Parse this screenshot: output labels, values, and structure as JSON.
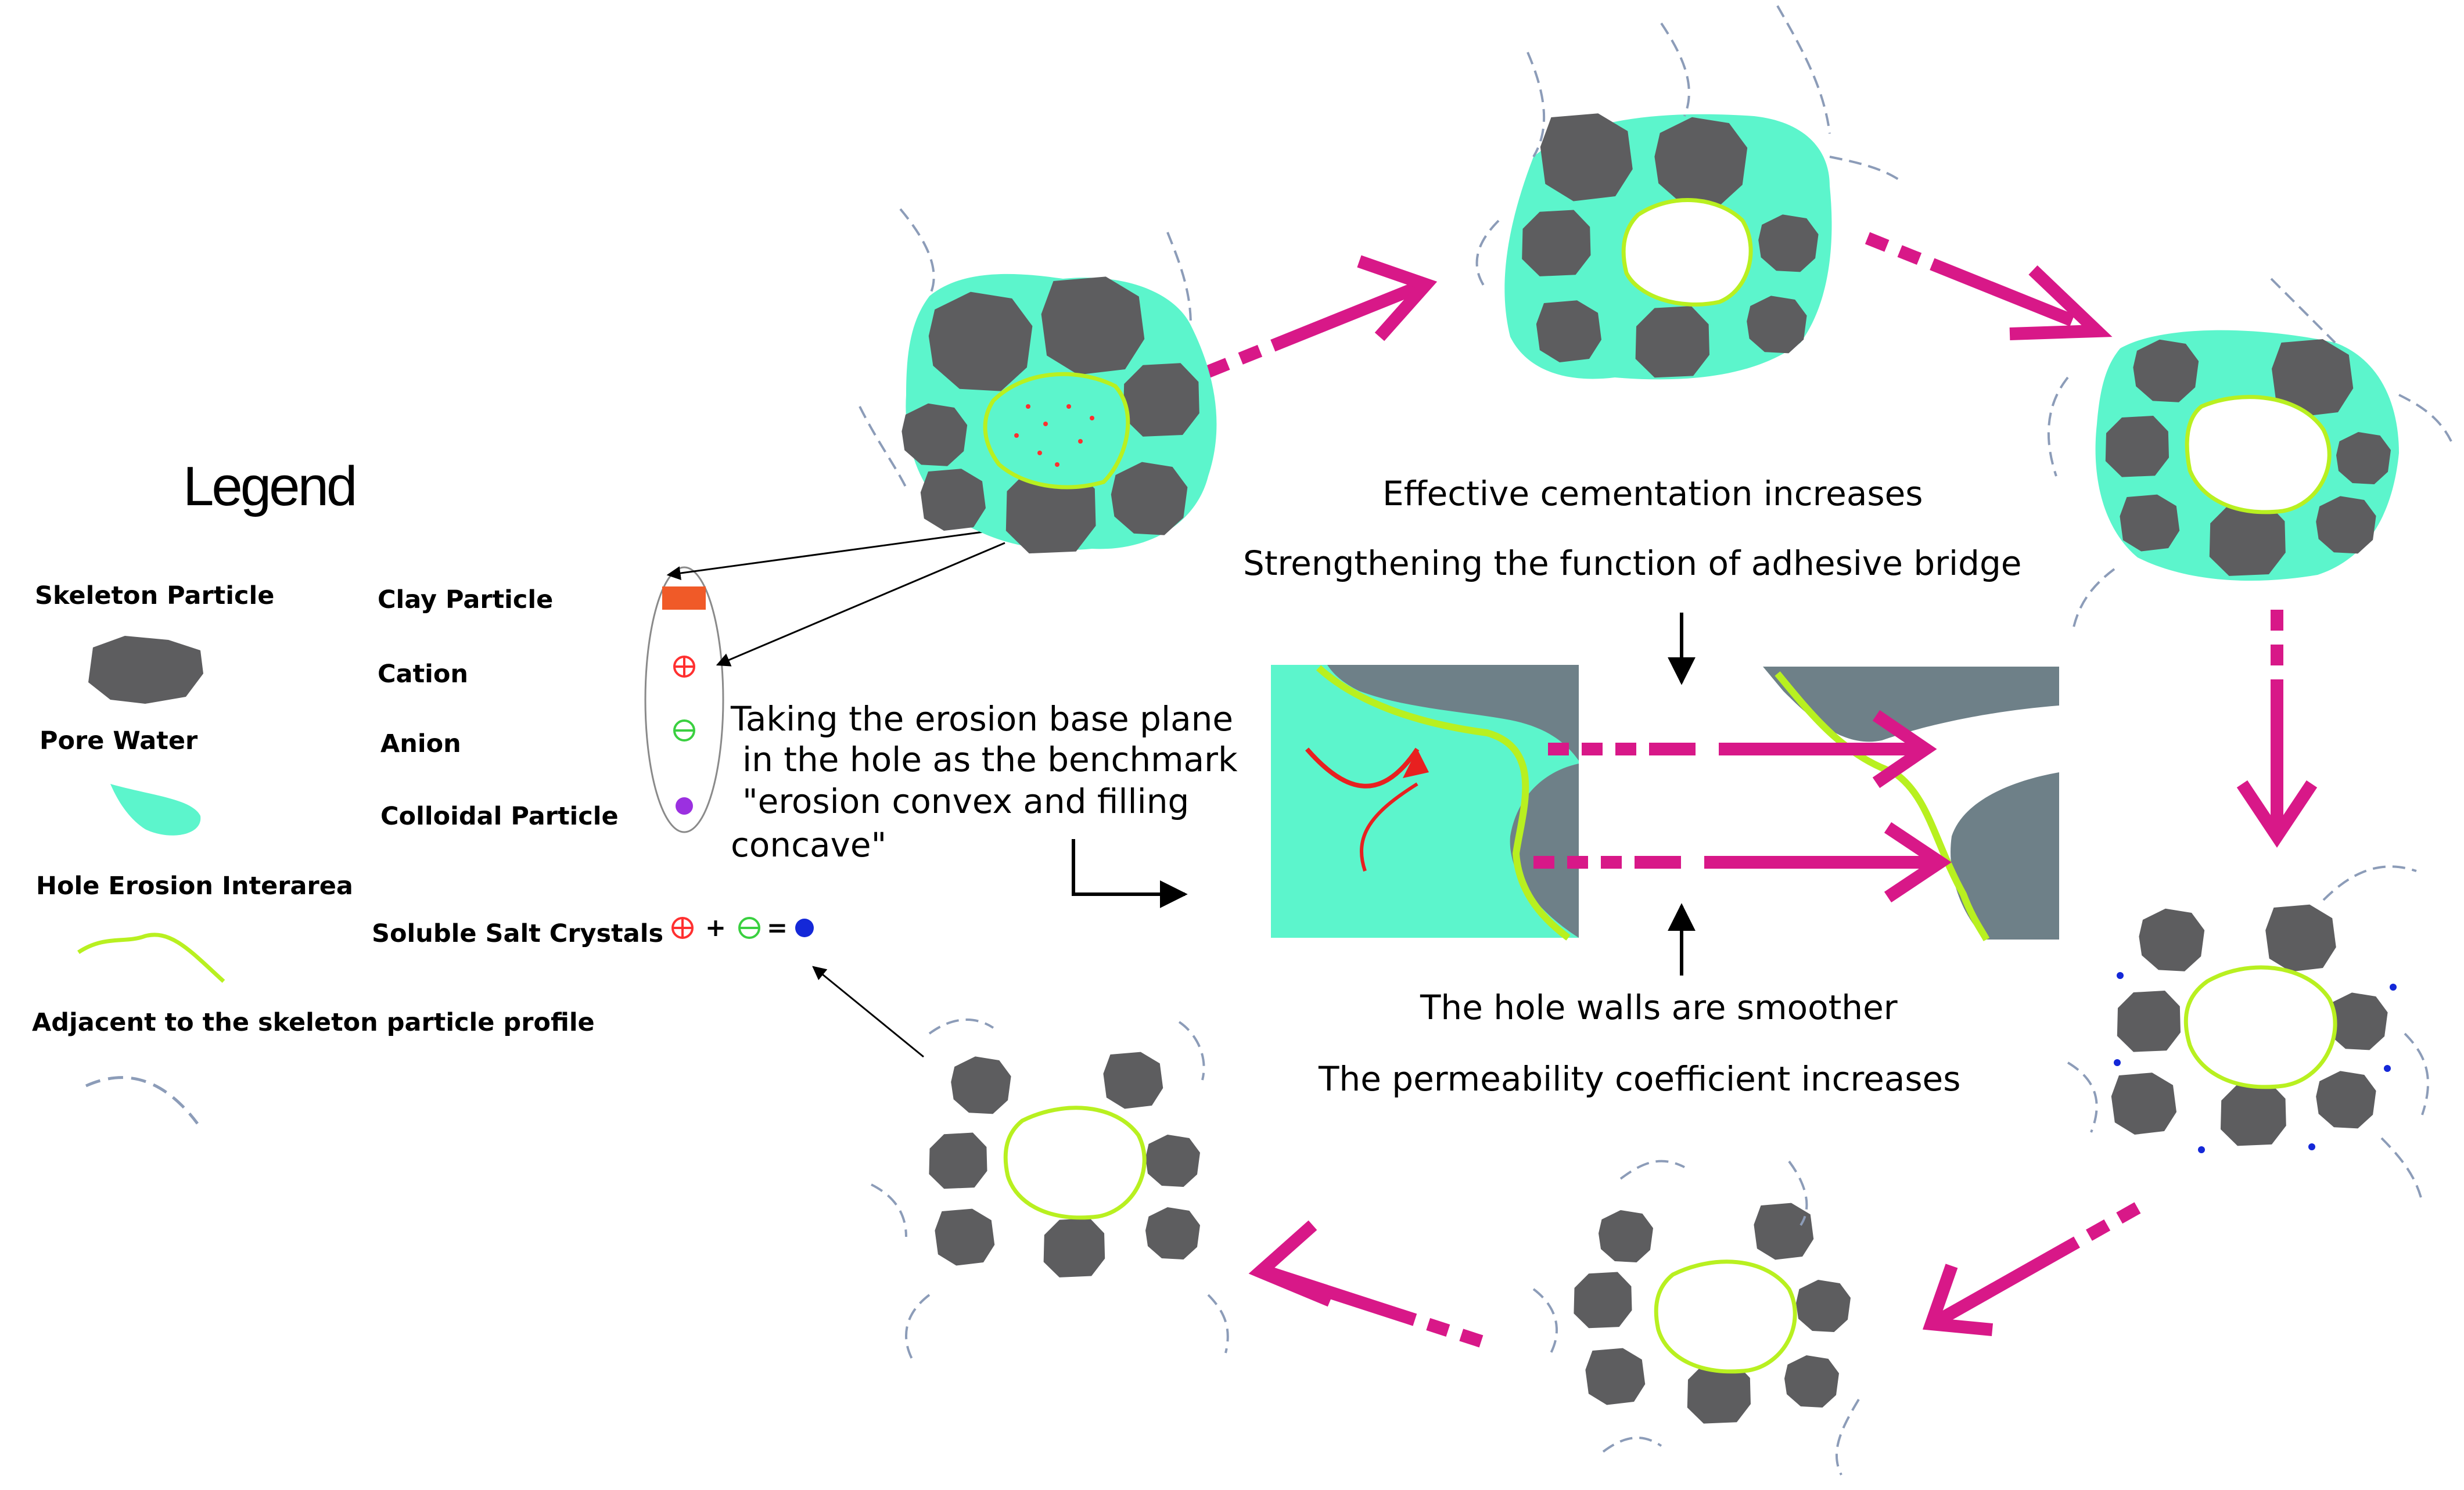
{
  "legend": {
    "title": "Legend",
    "skeleton_particle": "Skeleton Particle",
    "pore_water": "Pore Water",
    "hole_erosion_interarea": "Hole Erosion Interarea",
    "adjacent_profile": "Adjacent to the skeleton particle profile",
    "clay_particle": "Clay Particle",
    "cation": "Cation",
    "anion": "Anion",
    "colloidal_particle": "Colloidal Particle",
    "soluble_salt": "Soluble Salt Crystals",
    "salt_plus": "+",
    "salt_equals": "="
  },
  "captions": {
    "top_1": "Effective cementation increases",
    "top_2": "Strengthening the function of adhesive bridge",
    "bottom_1": "The hole walls are smoother",
    "bottom_2": "The permeability coefficient increases",
    "left_1": "Taking the erosion base plane",
    "left_2": "in the hole as the benchmark",
    "left_3": "\"erosion convex and filling",
    "left_4": "concave\""
  },
  "colors": {
    "skeleton": "#5d5d5f",
    "pore_water": "#5cf5cc",
    "erosion_line": "#b8f020",
    "clay": "#f05a28",
    "cation": "#ff3030",
    "anion": "#3ad040",
    "colloid": "#9b30e0",
    "salt": "#1428d8",
    "arrow": "#d81888",
    "profile": "#8c9cb8",
    "hole_wall": "#6e8088"
  }
}
